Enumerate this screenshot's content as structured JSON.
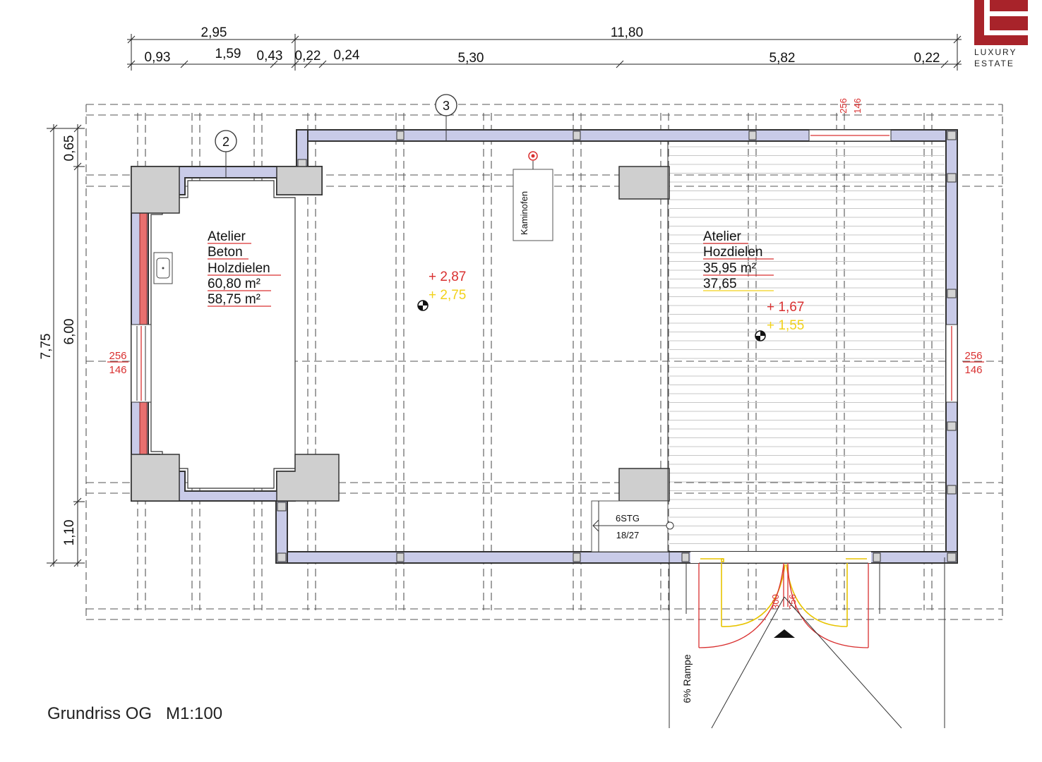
{
  "logo": {
    "line1": "LUXURY",
    "line2": "ESTATE",
    "color": "#a8232a"
  },
  "caption": {
    "title": "Grundriss OG",
    "scale": "M1:100"
  },
  "dimensions": {
    "top_row1": [
      "2,95",
      "11,80"
    ],
    "top_row2": [
      "0,93",
      "1,59",
      "0,43",
      "0,22",
      "0,24",
      "5,30",
      "5,82",
      "0,22"
    ],
    "left": [
      "7,75",
      "0,65",
      "6,00",
      "1,10"
    ]
  },
  "axes": {
    "axis_2": "2",
    "axis_3": "3"
  },
  "rooms": [
    {
      "lines": [
        "Atelier",
        "Beton",
        "Holzdielen",
        "60,80 m²",
        "58,75 m²"
      ]
    },
    {
      "lines": [
        "Atelier",
        "Hozdielen",
        "35,95 m²",
        "37,65"
      ]
    }
  ],
  "levels": [
    {
      "red": "+ 2,87",
      "yellow": "+ 2,75"
    },
    {
      "red": "+ 1,67",
      "yellow": "+ 1,55"
    }
  ],
  "windows": {
    "left": {
      "top": "256",
      "bottom": "146"
    },
    "right": {
      "top": "256",
      "bottom": "146"
    },
    "top": {
      "top": "256",
      "bottom": "146"
    },
    "door": {
      "a": "300",
      "b": "256"
    }
  },
  "fixtures": {
    "stove": "Kaminofen",
    "stairs_count": "6STG",
    "stairs_size": "18/27",
    "ramp": "6% Rampe"
  },
  "colors": {
    "wall_fill": "#c9cbe8",
    "red": "#d93030",
    "yellow": "#f2d21a",
    "pillar": "#cfcfcf"
  }
}
